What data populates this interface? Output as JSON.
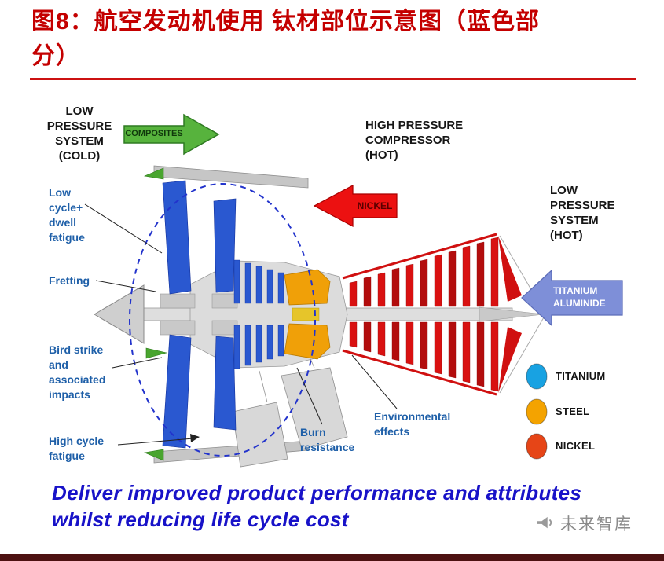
{
  "header": {
    "title": "图8：航空发动机使用 钛材部位示意图（蓝色部\n分）"
  },
  "diagram": {
    "system_labels": {
      "lp_cold": "LOW\nPRESSURE\nSYSTEM\n(COLD)",
      "hp_compressor": "HIGH PRESSURE\nCOMPRESSOR\n(HOT)",
      "lp_hot": "LOW\nPRESSURE\nSYSTEM\n(HOT)"
    },
    "arrows": {
      "composites": "COMPOSITES",
      "nickel": "NICKEL",
      "titanium_aluminide": "TITANIUM\nALUMINIDE"
    },
    "callouts": {
      "low_cycle": "Low\ncycle+\ndwell\nfatigue",
      "fretting": "Fretting",
      "bird_strike": "Bird strike\nand\nassociated\nimpacts",
      "high_cycle": "High cycle\nfatigue",
      "burn_resistance": "Burn\nresistance",
      "environmental": "Environmental\neffects"
    },
    "legend": [
      {
        "label": "TITANIUM",
        "color": "#18a2e2"
      },
      {
        "label": "STEEL",
        "color": "#f4a300"
      },
      {
        "label": "NICKEL",
        "color": "#e64517"
      }
    ],
    "tagline": "Deliver improved product performance and attributes\nwhilst reducing life cycle cost"
  },
  "colors": {
    "title_red": "#c40000",
    "tagline_blue": "#1812c8",
    "composites_green": "#57b33d",
    "nickel_red": "#ec1111",
    "titanium_aluminide_purple": "#7e8fd8",
    "callout_blue": "#1e5fa8",
    "fan_blue": "#2a58d0",
    "turbine_red": "#d91111",
    "combustor_orange": "#f0a008"
  },
  "footer": {
    "watermark": "未来智库"
  }
}
